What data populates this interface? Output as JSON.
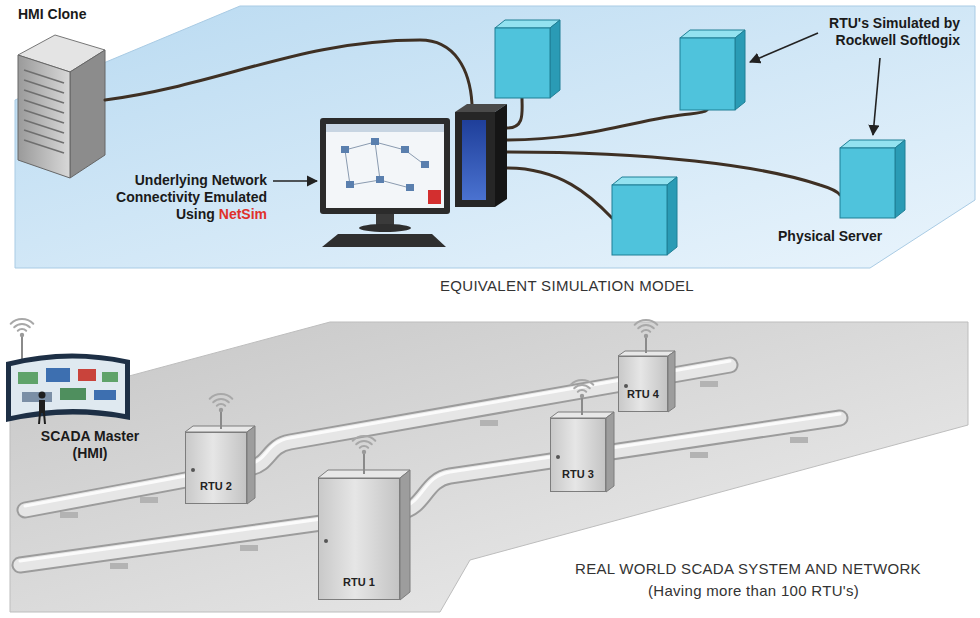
{
  "diagram": {
    "nodes": [
      {
        "text": [
          "HMI Clone"
        ]
      },
      {
        "text": [
          "Physical Server"
        ]
      },
      {
        "text": [
          "SCADA Master (HMI)"
        ]
      },
      {
        "text": [
          "RTU 2"
        ]
      },
      {
        "text": [
          "RTU 1"
        ]
      },
      {
        "text": [
          "RTU 3"
        ]
      },
      {
        "text": [
          "RTU 4"
        ]
      }
    ],
    "labels": [
      "RTU's Simulated by Rockwell Softlogix",
      "Underlying Network Connectivity Emulated Using",
      "NetSim",
      "EQUIVALENT SIMULATION MODEL",
      "REAL WORLD SCADA SYSTEM AND NETWORK",
      "(Having more than 100 RTU's)"
    ]
  }
}
